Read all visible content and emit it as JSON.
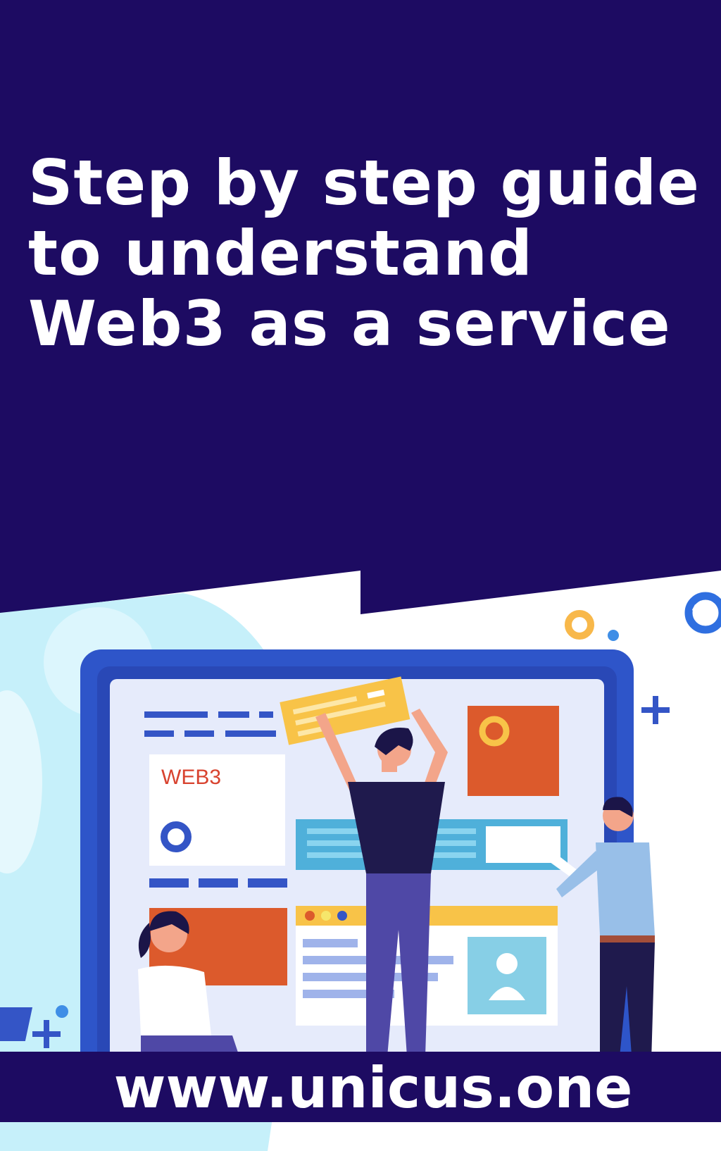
{
  "headline": {
    "lines": [
      "Step by step guide",
      "to understand",
      "Web3 as a service"
    ]
  },
  "illustration": {
    "card_label": "WEB3",
    "brand_mark": "unicus-logo-icon"
  },
  "footer": {
    "url": "www.unicus.one"
  },
  "colors": {
    "background": "#1d0b62",
    "monitor_frame": "#2e55c9",
    "screen": "#e6ebfb",
    "accent_orange": "#dc5a2c",
    "accent_yellow": "#f8c348",
    "accent_cyan": "#4fb0da"
  }
}
